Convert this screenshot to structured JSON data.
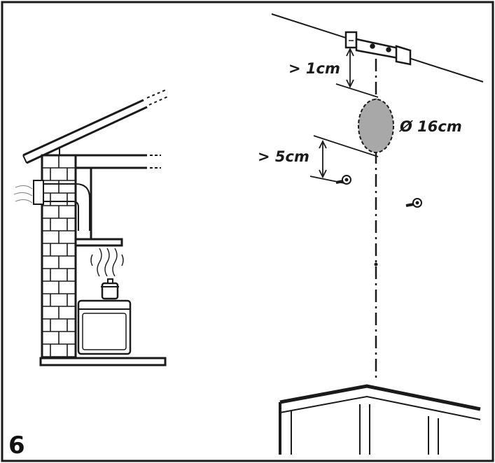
{
  "figure": {
    "step_number": "6",
    "dimensions": {
      "ceiling_gap": "> 1cm",
      "duct_diameter": "Ø 16cm",
      "screw_gap": "> 5cm"
    }
  },
  "colors": {
    "line": "#1a1a1a",
    "duct_hole_fill": "#a8a8a8",
    "background": "#ffffff"
  }
}
